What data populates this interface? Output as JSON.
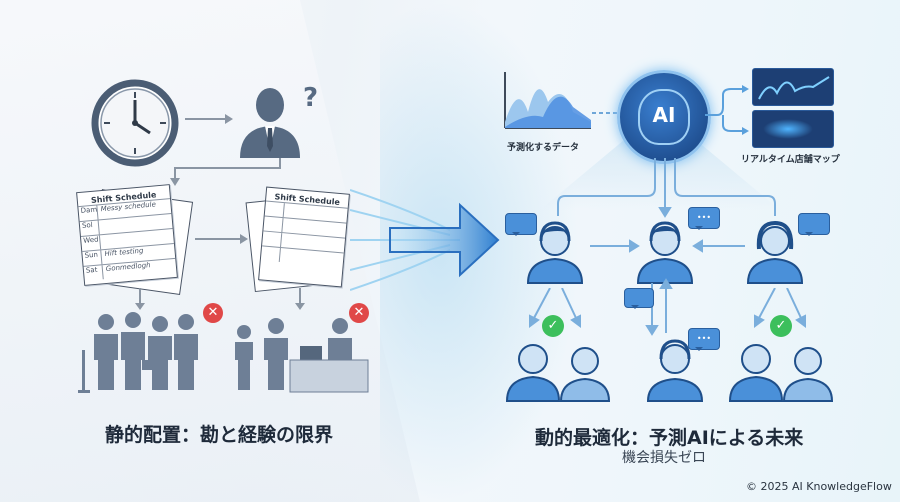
{
  "left": {
    "title": "静的配置：勘と経験の限界",
    "schedule_doc_1": {
      "heading": "Shift Schedule",
      "rows": [
        {
          "day": "Dam",
          "note": "Messy schedule"
        },
        {
          "day": "Sol",
          "note": ""
        },
        {
          "day": "Wed",
          "note": ""
        },
        {
          "day": "Sun",
          "note": "Hift testing"
        },
        {
          "day": "Sat",
          "note": "Gonmedlogh"
        }
      ]
    },
    "schedule_doc_2": {
      "heading": "Shift Schedule"
    },
    "question_mark": "?",
    "x_mark": "✕"
  },
  "right": {
    "title": "動的最適化：予測AIによる未来",
    "subtitle": "機会損失ゼロ",
    "ai_label": "AI",
    "forecast_label": "予測化するデータ",
    "realtime_map_label": "リアルタイム店舗マップ",
    "check_mark": "✓",
    "bubble_dots": "•••"
  },
  "footer": {
    "copyright": "© 2025 AI KnowledgeFlow"
  },
  "colors": {
    "accent_blue": "#2f6fb8",
    "light_blue": "#6fb0e8",
    "gray_figure": "#5a6b80",
    "error_red": "#e04848",
    "success_green": "#3cbf5c",
    "title_text": "#1e2a3a"
  }
}
